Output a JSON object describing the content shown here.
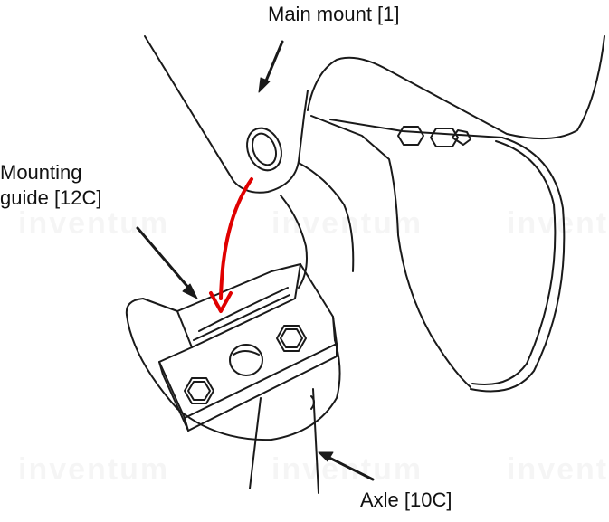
{
  "labels": {
    "main_mount": "Main mount [1]",
    "mounting_guide": "Mounting\nguide [12C]",
    "axle": "Axle [10C]"
  },
  "watermark": "inventum",
  "colors": {
    "line": "#1a1a1a",
    "arrow": "#e00000",
    "background": "#ffffff"
  }
}
